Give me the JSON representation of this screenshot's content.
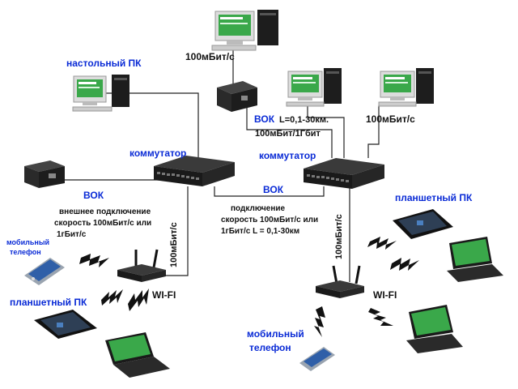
{
  "labels": {
    "desktop_pc": "настольный ПК",
    "speed_top_pc": "100мБит/с",
    "vok_left": "ВОК",
    "vok_right": "ВОК",
    "vok_top": "ВОК",
    "vok_top_length": "L=0,1-30км.",
    "vok_top_speed": "100мБит/1Гбит",
    "speed_right_pc": "100мБит/с",
    "switch_left": "коммутатор",
    "switch_right": "коммутатор",
    "external_line1": "внешнее подключение",
    "external_line2": "скорость 100мБит/с или",
    "external_line3": "1гБит/с",
    "internal_line1": "подключение",
    "internal_line2": "скорость 100мБит/с или",
    "internal_line3": "1гБит/с L = 0,1-30км",
    "vertical_left": "100мБит/с",
    "vertical_right": "100мБит/с",
    "mobile_left_line1": "мобильный",
    "mobile_left_line2": "телефон",
    "tablet_left": "планшетный ПК",
    "wifi_left": "WI-FI",
    "wifi_right": "WI-FI",
    "tablet_right": "планшетный ПК",
    "mobile_right_line1": "мобильный",
    "mobile_right_line2": "телефон"
  },
  "colors": {
    "label_blue": "#0a2bd6",
    "line": "#222222",
    "screen_green": "#3aa84a",
    "device_dark": "#1d1d1d",
    "pc_body": "#e4e4e4"
  }
}
